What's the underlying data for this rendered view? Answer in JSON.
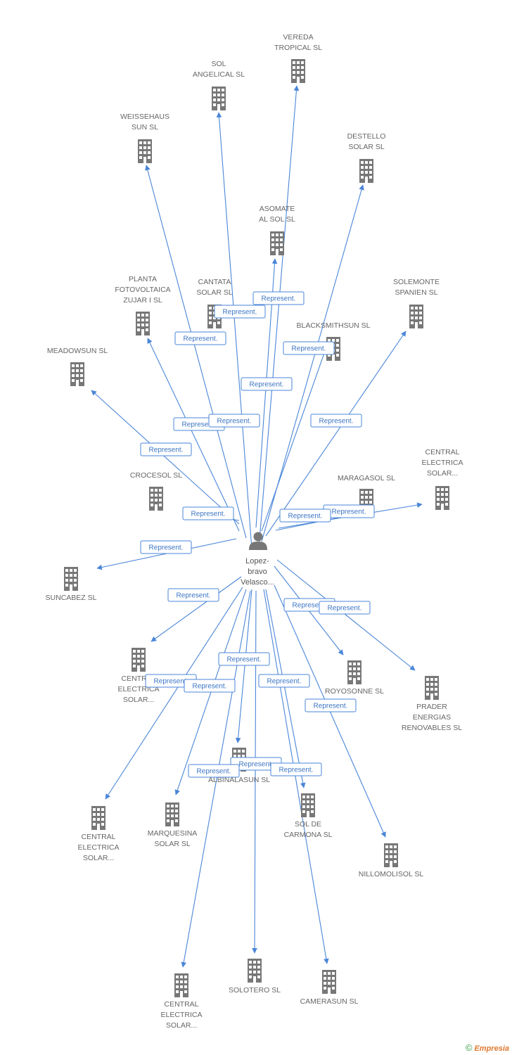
{
  "center": {
    "label": [
      "Lopez-",
      "bravo",
      "Velasco..."
    ],
    "icon": "person-icon"
  },
  "edge_label": "Represent.",
  "footer": {
    "copyright": "©",
    "brand": "Empresia"
  },
  "colors": {
    "edge": "#4a86d8",
    "icon": "#777777",
    "label": "#666666"
  },
  "companies": [
    {
      "id": "vereda-tropical-sl",
      "label": [
        "VEREDA",
        "TROPICAL SL"
      ]
    },
    {
      "id": "sol-angelical-sl",
      "label": [
        "SOL",
        "ANGELICAL SL"
      ]
    },
    {
      "id": "weissehaus-sun-sl",
      "label": [
        "WEISSEHAUS",
        "SUN SL"
      ]
    },
    {
      "id": "destello-solar-sl",
      "label": [
        "DESTELLO",
        "SOLAR SL"
      ]
    },
    {
      "id": "asomate-al-sol-sl",
      "label": [
        "ASOMATE",
        "AL SOL SL"
      ]
    },
    {
      "id": "planta-fotovoltaica-zujar-i-sl",
      "label": [
        "PLANTA",
        "FOTOVOLTAICA",
        "ZUJAR I SL"
      ]
    },
    {
      "id": "cantata-solar-sl",
      "label": [
        "CANTATA",
        "SOLAR SL"
      ]
    },
    {
      "id": "solemonte-spanien-sl",
      "label": [
        "SOLEMONTE",
        "SPANIEN SL"
      ]
    },
    {
      "id": "blacksmithsun-sl",
      "label": [
        "BLACKSMITHSUN SL"
      ]
    },
    {
      "id": "meadowsun-sl",
      "label": [
        "MEADOWSUN SL"
      ]
    },
    {
      "id": "central-electrica-solar-1",
      "label": [
        "CENTRAL",
        "ELECTRICA",
        "SOLAR..."
      ]
    },
    {
      "id": "crocesol-sl",
      "label": [
        "CROCESOL SL"
      ]
    },
    {
      "id": "maragasol-sl",
      "label": [
        "MARAGASOL SL"
      ]
    },
    {
      "id": "suncabez-sl",
      "label": [
        "SUNCABEZ SL"
      ]
    },
    {
      "id": "central-electrica-solar-2",
      "label": [
        "CENTRAL",
        "ELECTRICA",
        "SOLAR..."
      ]
    },
    {
      "id": "royosonne-sl",
      "label": [
        "ROYOSONNE SL"
      ]
    },
    {
      "id": "prader-energias-renovables-sl",
      "label": [
        "PRADER",
        "ENERGIAS",
        "RENOVABLES SL"
      ]
    },
    {
      "id": "albinalasun-sl",
      "label": [
        "ALBINALASUN SL"
      ]
    },
    {
      "id": "central-electrica-solar-3",
      "label": [
        "CENTRAL",
        "ELECTRICA",
        "SOLAR..."
      ]
    },
    {
      "id": "marquesina-solar-sl",
      "label": [
        "MARQUESINA",
        "SOLAR SL"
      ]
    },
    {
      "id": "sol-de-carmona-sl",
      "label": [
        "SOL DE",
        "CARMONA SL"
      ]
    },
    {
      "id": "nillomolisol-sl",
      "label": [
        "NILLOMOLISOL SL"
      ]
    },
    {
      "id": "central-electrica-solar-4",
      "label": [
        "CENTRAL",
        "ELECTRICA",
        "SOLAR..."
      ]
    },
    {
      "id": "solotero-sl",
      "label": [
        "SOLOTERO SL"
      ]
    },
    {
      "id": "camerasun-sl",
      "label": [
        "CAMERASUN SL"
      ]
    }
  ]
}
